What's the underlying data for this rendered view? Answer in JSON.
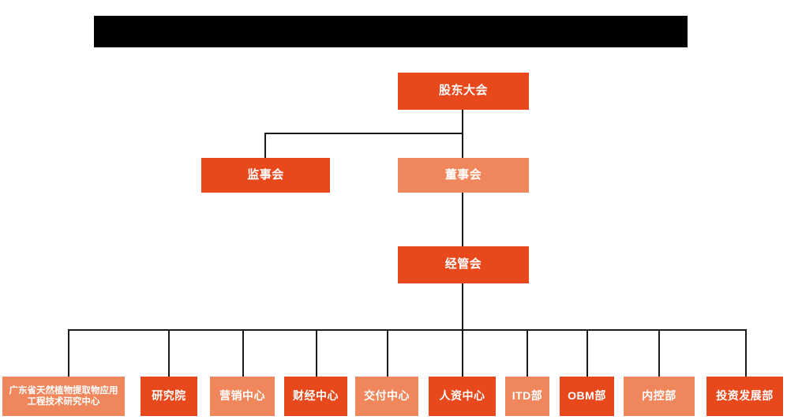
{
  "chart": {
    "kind": "organization-chart",
    "title_banner": {
      "label": "",
      "redacted": true,
      "color": "#000000"
    },
    "colors": {
      "accent_dark": "#E8491C",
      "accent_light": "#F0875C",
      "connector": "#1a1a1a",
      "background": "#ffffff",
      "text": "#ffffff"
    },
    "levels": [
      {
        "level": 1,
        "nodes": [
          {
            "id": "shareholders",
            "label": "股东大会",
            "tone": "dark"
          }
        ]
      },
      {
        "level": 2,
        "nodes": [
          {
            "id": "supervisors",
            "label": "监事会",
            "tone": "dark"
          },
          {
            "id": "directors",
            "label": "董事会",
            "tone": "light"
          }
        ]
      },
      {
        "level": 3,
        "nodes": [
          {
            "id": "management",
            "label": "经管会",
            "tone": "dark"
          }
        ]
      },
      {
        "level": 4,
        "nodes": [
          {
            "id": "dept-1",
            "label": "广东省天然植物提取物应用工程技术研究中心",
            "tone": "light"
          },
          {
            "id": "dept-2",
            "label": "研究院",
            "tone": "dark"
          },
          {
            "id": "dept-3",
            "label": "营销中心",
            "tone": "light"
          },
          {
            "id": "dept-4",
            "label": "财经中心",
            "tone": "dark"
          },
          {
            "id": "dept-5",
            "label": "交付中心",
            "tone": "light"
          },
          {
            "id": "dept-6",
            "label": "人资中心",
            "tone": "dark"
          },
          {
            "id": "dept-7",
            "label": "ITD部",
            "tone": "light"
          },
          {
            "id": "dept-8",
            "label": "OBM部",
            "tone": "dark"
          },
          {
            "id": "dept-9",
            "label": "内控部",
            "tone": "light"
          },
          {
            "id": "dept-10",
            "label": "投资发展部",
            "tone": "dark"
          }
        ]
      }
    ]
  }
}
